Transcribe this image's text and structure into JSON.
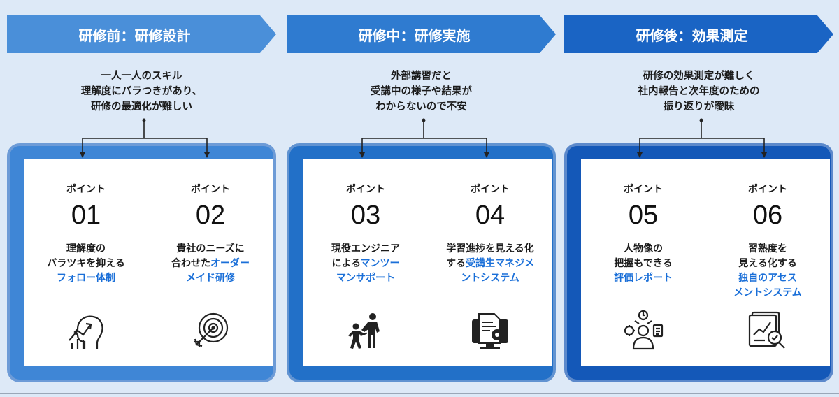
{
  "phases": [
    {
      "title": "研修前：研修設計",
      "color": "#4a8fd9",
      "problem": [
        "一人一人のスキル",
        "理解度にバラつきがあり、",
        "研修の最適化が難しい"
      ],
      "points": [
        {
          "label": "ポイント",
          "num": "01",
          "lines": [
            "理解度の",
            "バラツキを抑える"
          ],
          "hl": [
            "フォロー体制"
          ],
          "icon": "growth-chart-head-icon"
        },
        {
          "label": "ポイント",
          "num": "02",
          "lines": [
            "貴社のニーズに",
            "合わせた"
          ],
          "hl_inline": "オーダー",
          "hl": [
            "メイド研修"
          ],
          "icon": "target-arrow-icon"
        }
      ]
    },
    {
      "title": "研修中：研修実施",
      "color": "#2f7bd0",
      "problem": [
        "外部講習だと",
        "受講中の様子や結果が",
        "わからないので不安"
      ],
      "points": [
        {
          "label": "ポイント",
          "num": "03",
          "lines": [
            "現役エンジニア",
            "による"
          ],
          "hl_inline": "マンツー",
          "hl": [
            "マンサポート"
          ],
          "icon": "helping-hand-icon"
        },
        {
          "label": "ポイント",
          "num": "04",
          "lines": [
            "学習進捗を見える化",
            "する"
          ],
          "hl_inline": "受講生マネジメ",
          "hl": [
            "ントシステム"
          ],
          "icon": "document-gear-icon"
        }
      ]
    },
    {
      "title": "研修後：効果測定",
      "color": "#1a64c4",
      "problem": [
        "研修の効果測定が難しく",
        "社内報告と次年度のための",
        "振り返りが曖昧"
      ],
      "points": [
        {
          "label": "ポイント",
          "num": "05",
          "lines": [
            "人物像の",
            "把握もできる"
          ],
          "hl": [
            "評価レポート"
          ],
          "icon": "person-report-icon"
        },
        {
          "label": "ポイント",
          "num": "06",
          "lines": [
            "習熟度を",
            "見える化する"
          ],
          "hl": [
            "独自のアセス",
            "メントシステム"
          ],
          "icon": "chart-magnifier-icon"
        }
      ]
    }
  ],
  "panel_colors": [
    "#3f86d6",
    "#2270c8",
    "#1458b8"
  ]
}
